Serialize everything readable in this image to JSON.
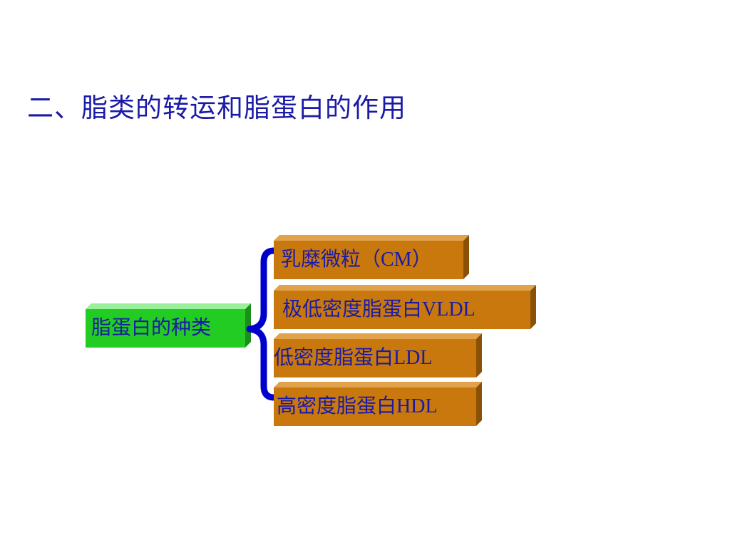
{
  "slide": {
    "title": "二、脂类的转运和脂蛋白的作用"
  },
  "diagram": {
    "root": {
      "label": "脂蛋白的种类"
    },
    "items": [
      {
        "label": "乳糜微粒（CM）"
      },
      {
        "label": "极低密度脂蛋白VLDL"
      },
      {
        "label": "低密度脂蛋白LDL"
      },
      {
        "label": "高密度脂蛋白HDL"
      }
    ],
    "colors": {
      "root_face": "#22cc22",
      "root_top": "#9aef9a",
      "root_side": "#1a8f1a",
      "item_face": "#c8780c",
      "item_top": "#e0a24a",
      "item_side": "#8a5006",
      "brace": "#0000cc",
      "text": "#1a1aa6"
    }
  }
}
